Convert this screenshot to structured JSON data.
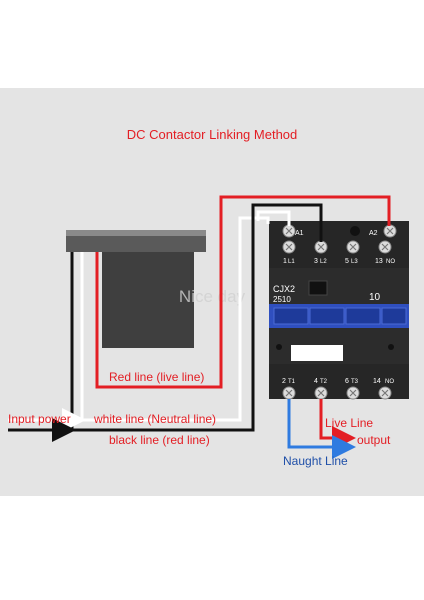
{
  "title": "DC Contactor Linking Method",
  "watermark": "Nice day",
  "contactor": {
    "model": "CJX2",
    "code": "2510",
    "rating": "10",
    "top_terminals": [
      {
        "num": "1",
        "name": "L1"
      },
      {
        "num": "3",
        "name": "L2"
      },
      {
        "num": "5",
        "name": "L3"
      },
      {
        "num": "13",
        "name": "NO"
      }
    ],
    "bottom_terminals": [
      {
        "num": "2",
        "name": "T1"
      },
      {
        "num": "4",
        "name": "T2"
      },
      {
        "num": "6",
        "name": "T3"
      },
      {
        "num": "14",
        "name": "NO"
      }
    ],
    "coil_a1": "A1",
    "coil_a2": "A2"
  },
  "labels": {
    "red_line": "Red line (live line)",
    "input_power": "Input power",
    "white_line": "white line (Neutral line)",
    "black_line": "black line (red line)",
    "live_line": "Live Line",
    "output": "output",
    "naught_line": "Naught Line"
  },
  "colors": {
    "background": "#e5e5e5",
    "red_wire": "#e31e24",
    "black_wire": "#111111",
    "white_wire": "#ffffff",
    "blue_wire": "#2f7be0",
    "contactor_body": "#2b2b2b",
    "contactor_band": "#2f4fbf",
    "label_red": "#e31e24",
    "label_blue": "#1f4fa8"
  }
}
